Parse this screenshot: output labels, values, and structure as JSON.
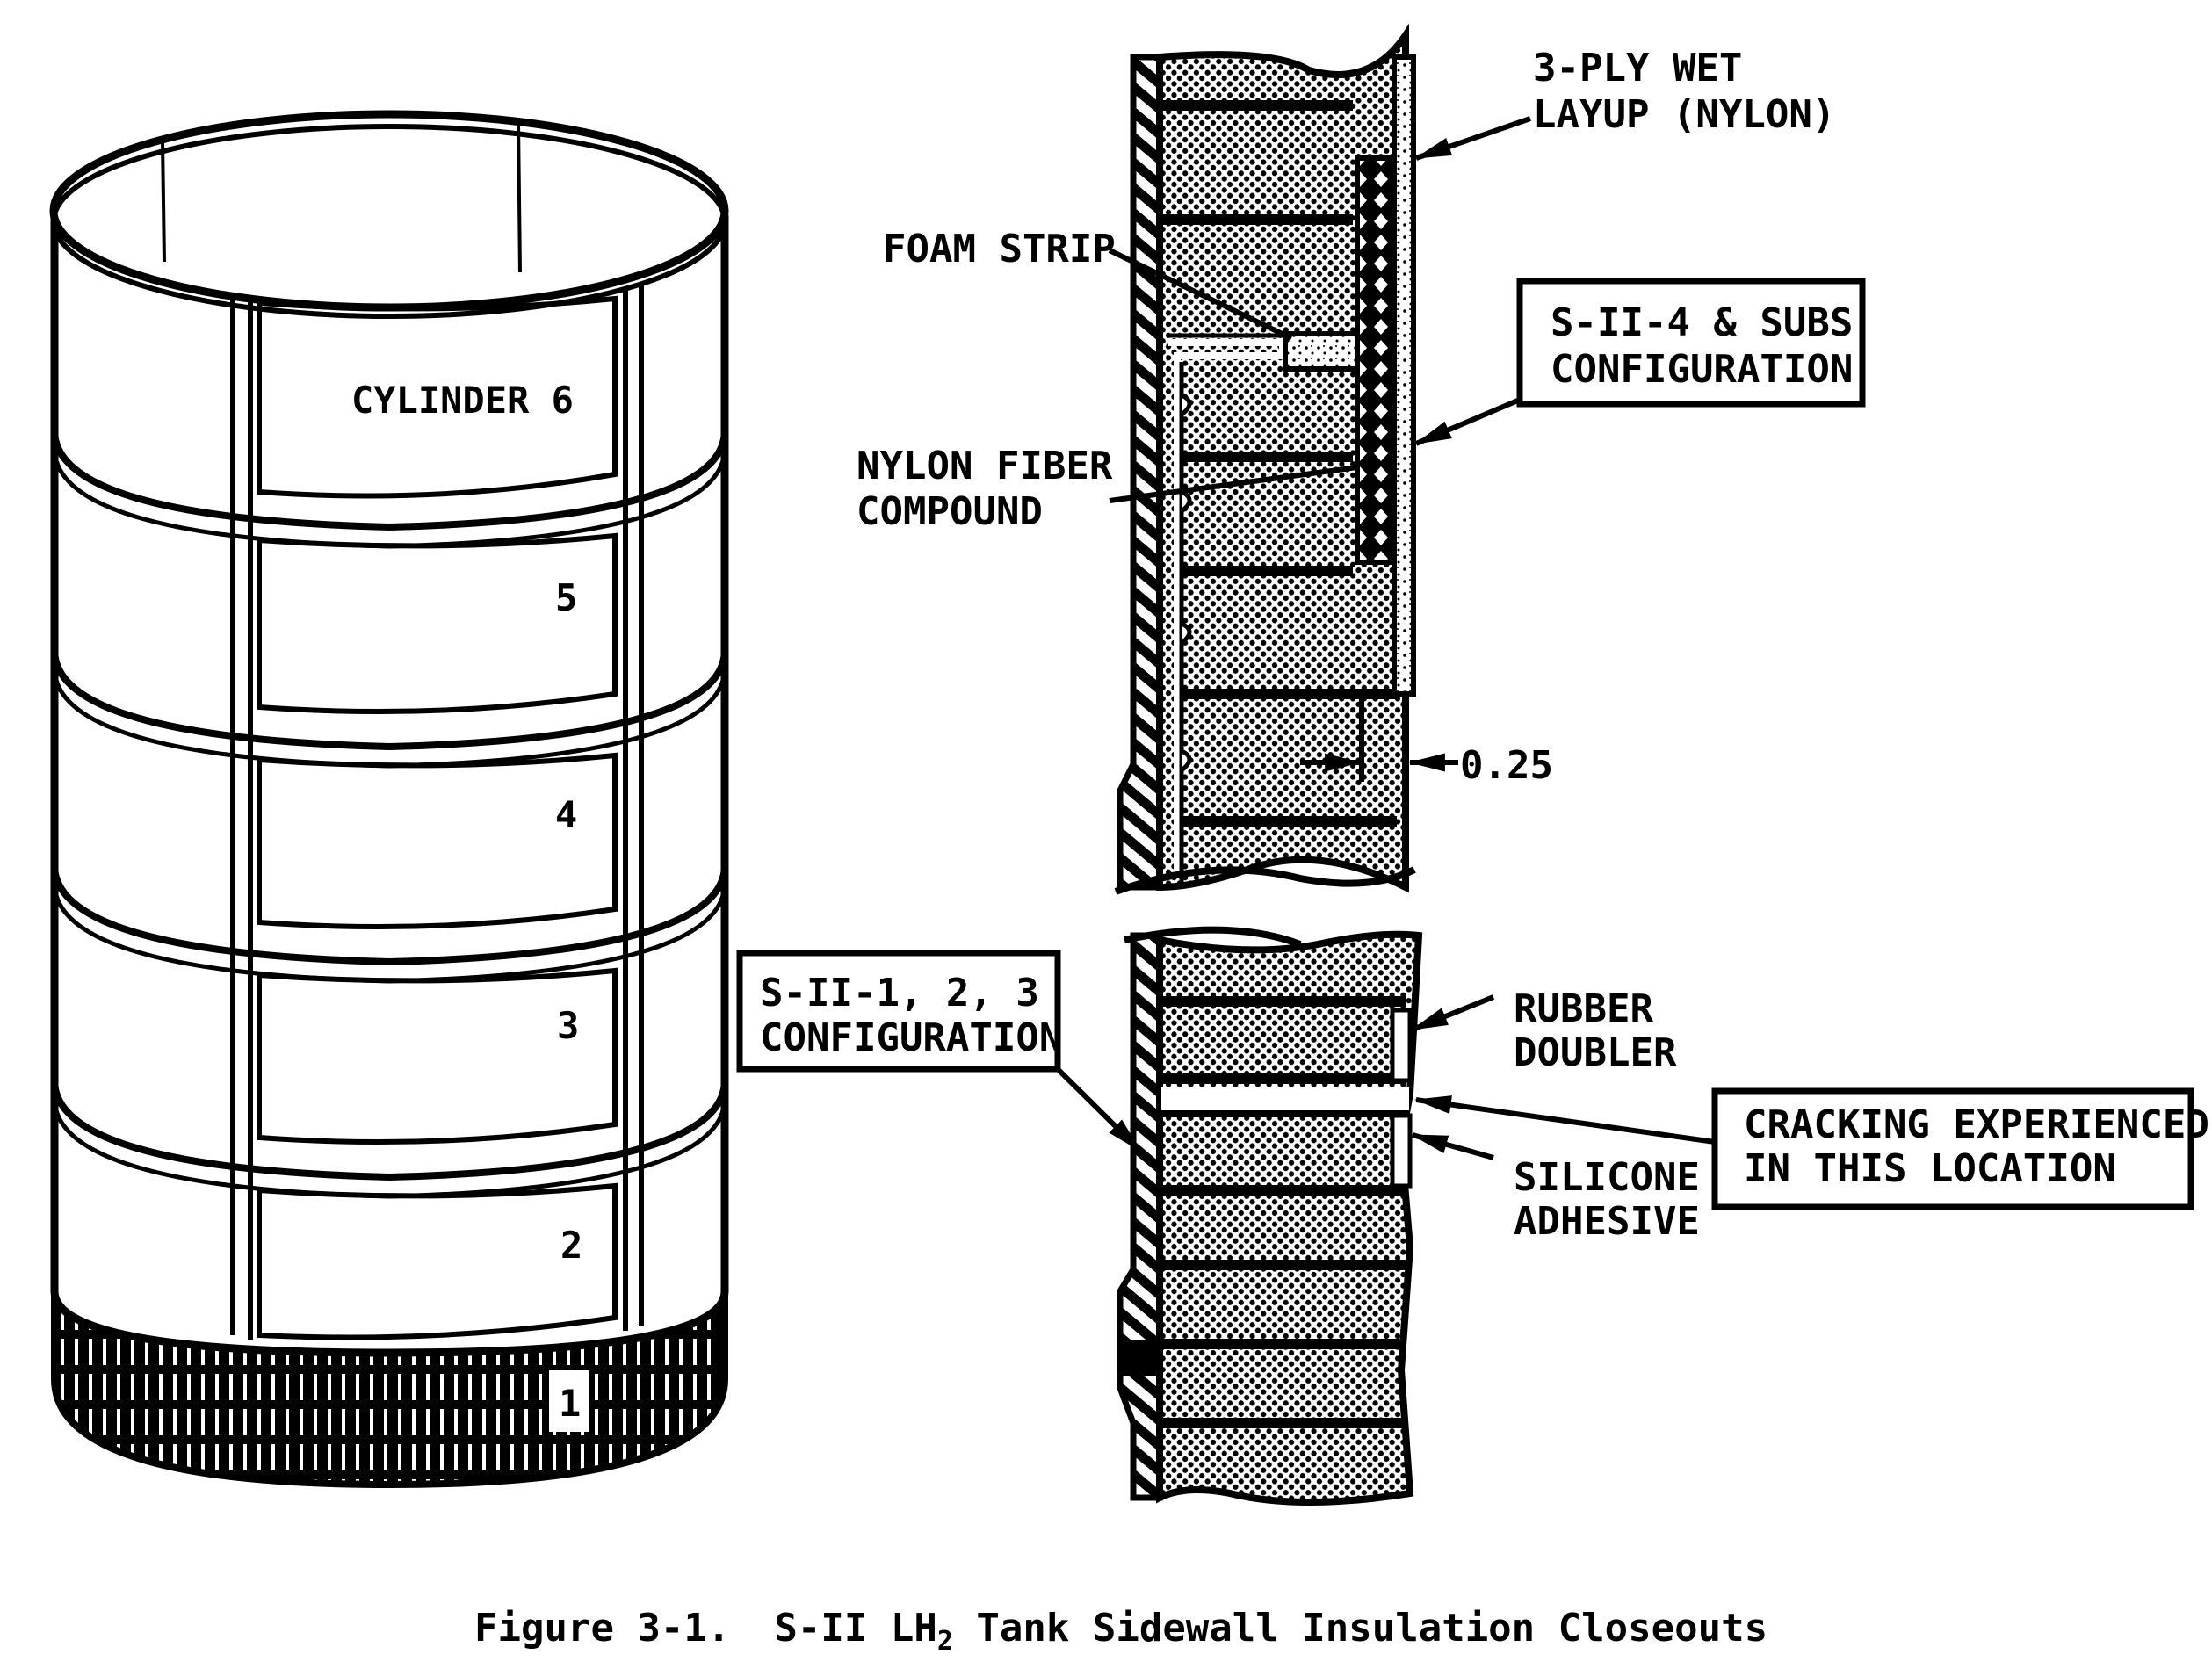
{
  "figure": {
    "caption": {
      "prefix": "Figure 3-1.",
      "title_pre": "S-II LH",
      "title_sub": "2",
      "title_post": " Tank Sidewall Insulation Closeouts"
    },
    "cylinder": {
      "sections": [
        {
          "id": 6,
          "label": "CYLINDER 6"
        },
        {
          "id": 5,
          "label": "5"
        },
        {
          "id": 4,
          "label": "4"
        },
        {
          "id": 3,
          "label": "3"
        },
        {
          "id": 2,
          "label": "2"
        },
        {
          "id": 1,
          "label": "1"
        }
      ]
    },
    "upper_detail": {
      "callouts": {
        "wet_layup_line1": "3-PLY WET",
        "wet_layup_line2": "LAYUP (NYLON)",
        "foam_strip": "FOAM STRIP",
        "nylon_fiber_line1": "NYLON FIBER",
        "nylon_fiber_line2": "COMPOUND",
        "dimension": "0.25"
      },
      "config_box": {
        "line1": "S-II-4 & SUBS",
        "line2": "CONFIGURATION"
      }
    },
    "lower_detail": {
      "callouts": {
        "rubber_doubler_line1": "RUBBER",
        "rubber_doubler_line2": "DOUBLER",
        "silicone_line1": "SILICONE",
        "silicone_line2": "ADHESIVE"
      },
      "config_box": {
        "line1": "S-II-1, 2, 3",
        "line2": "CONFIGURATION"
      },
      "cracking_box": {
        "line1": "CRACKING EXPERIENCED",
        "line2": "IN THIS LOCATION"
      }
    }
  }
}
